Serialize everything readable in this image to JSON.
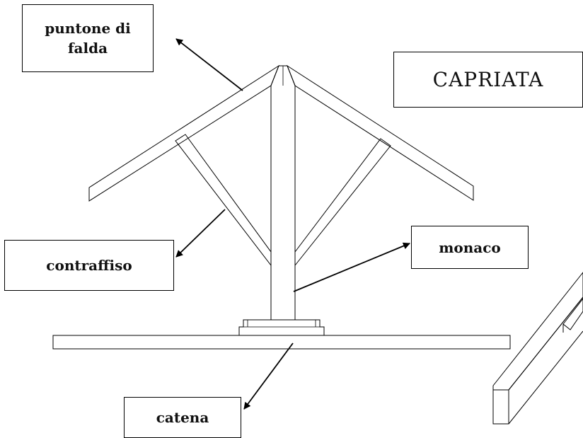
{
  "title": "CAPRIATA",
  "labels": {
    "puntone": "puntone di falda",
    "contraffiso": "contraffiso",
    "monaco": "monaco",
    "catena": "catena"
  }
}
